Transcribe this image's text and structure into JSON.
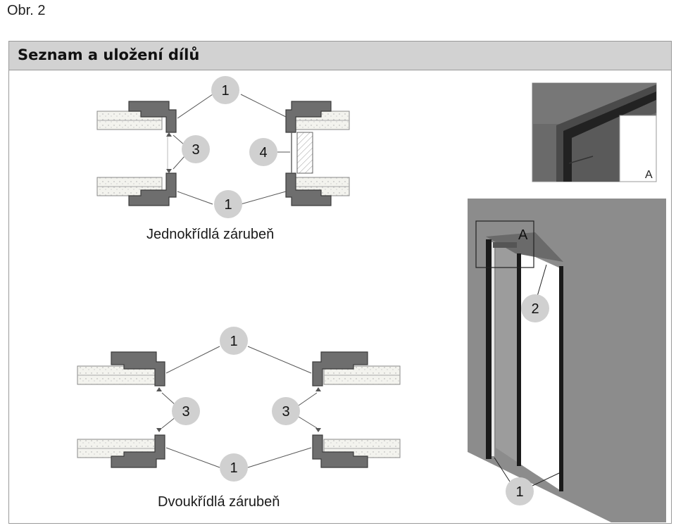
{
  "figure_label": "Obr. 2",
  "panel": {
    "title": "Seznam a uložení dílů"
  },
  "single_frame": {
    "caption": "Jednokřídlá zárubeň"
  },
  "double_frame": {
    "caption": "Dvoukřídlá zárubeň"
  },
  "callouts": {
    "c1": "1",
    "c2": "2",
    "c3": "3",
    "c4": "4"
  },
  "detail": {
    "label": "A"
  },
  "colors": {
    "profile": "#6e6e6e",
    "profile_edge": "#3c3c3c",
    "wall_fill": "#f2f2ec",
    "bubble": "#d0d0d0",
    "wall_3d": "#8c8c8c",
    "frame_dark": "#1a1a1a"
  }
}
